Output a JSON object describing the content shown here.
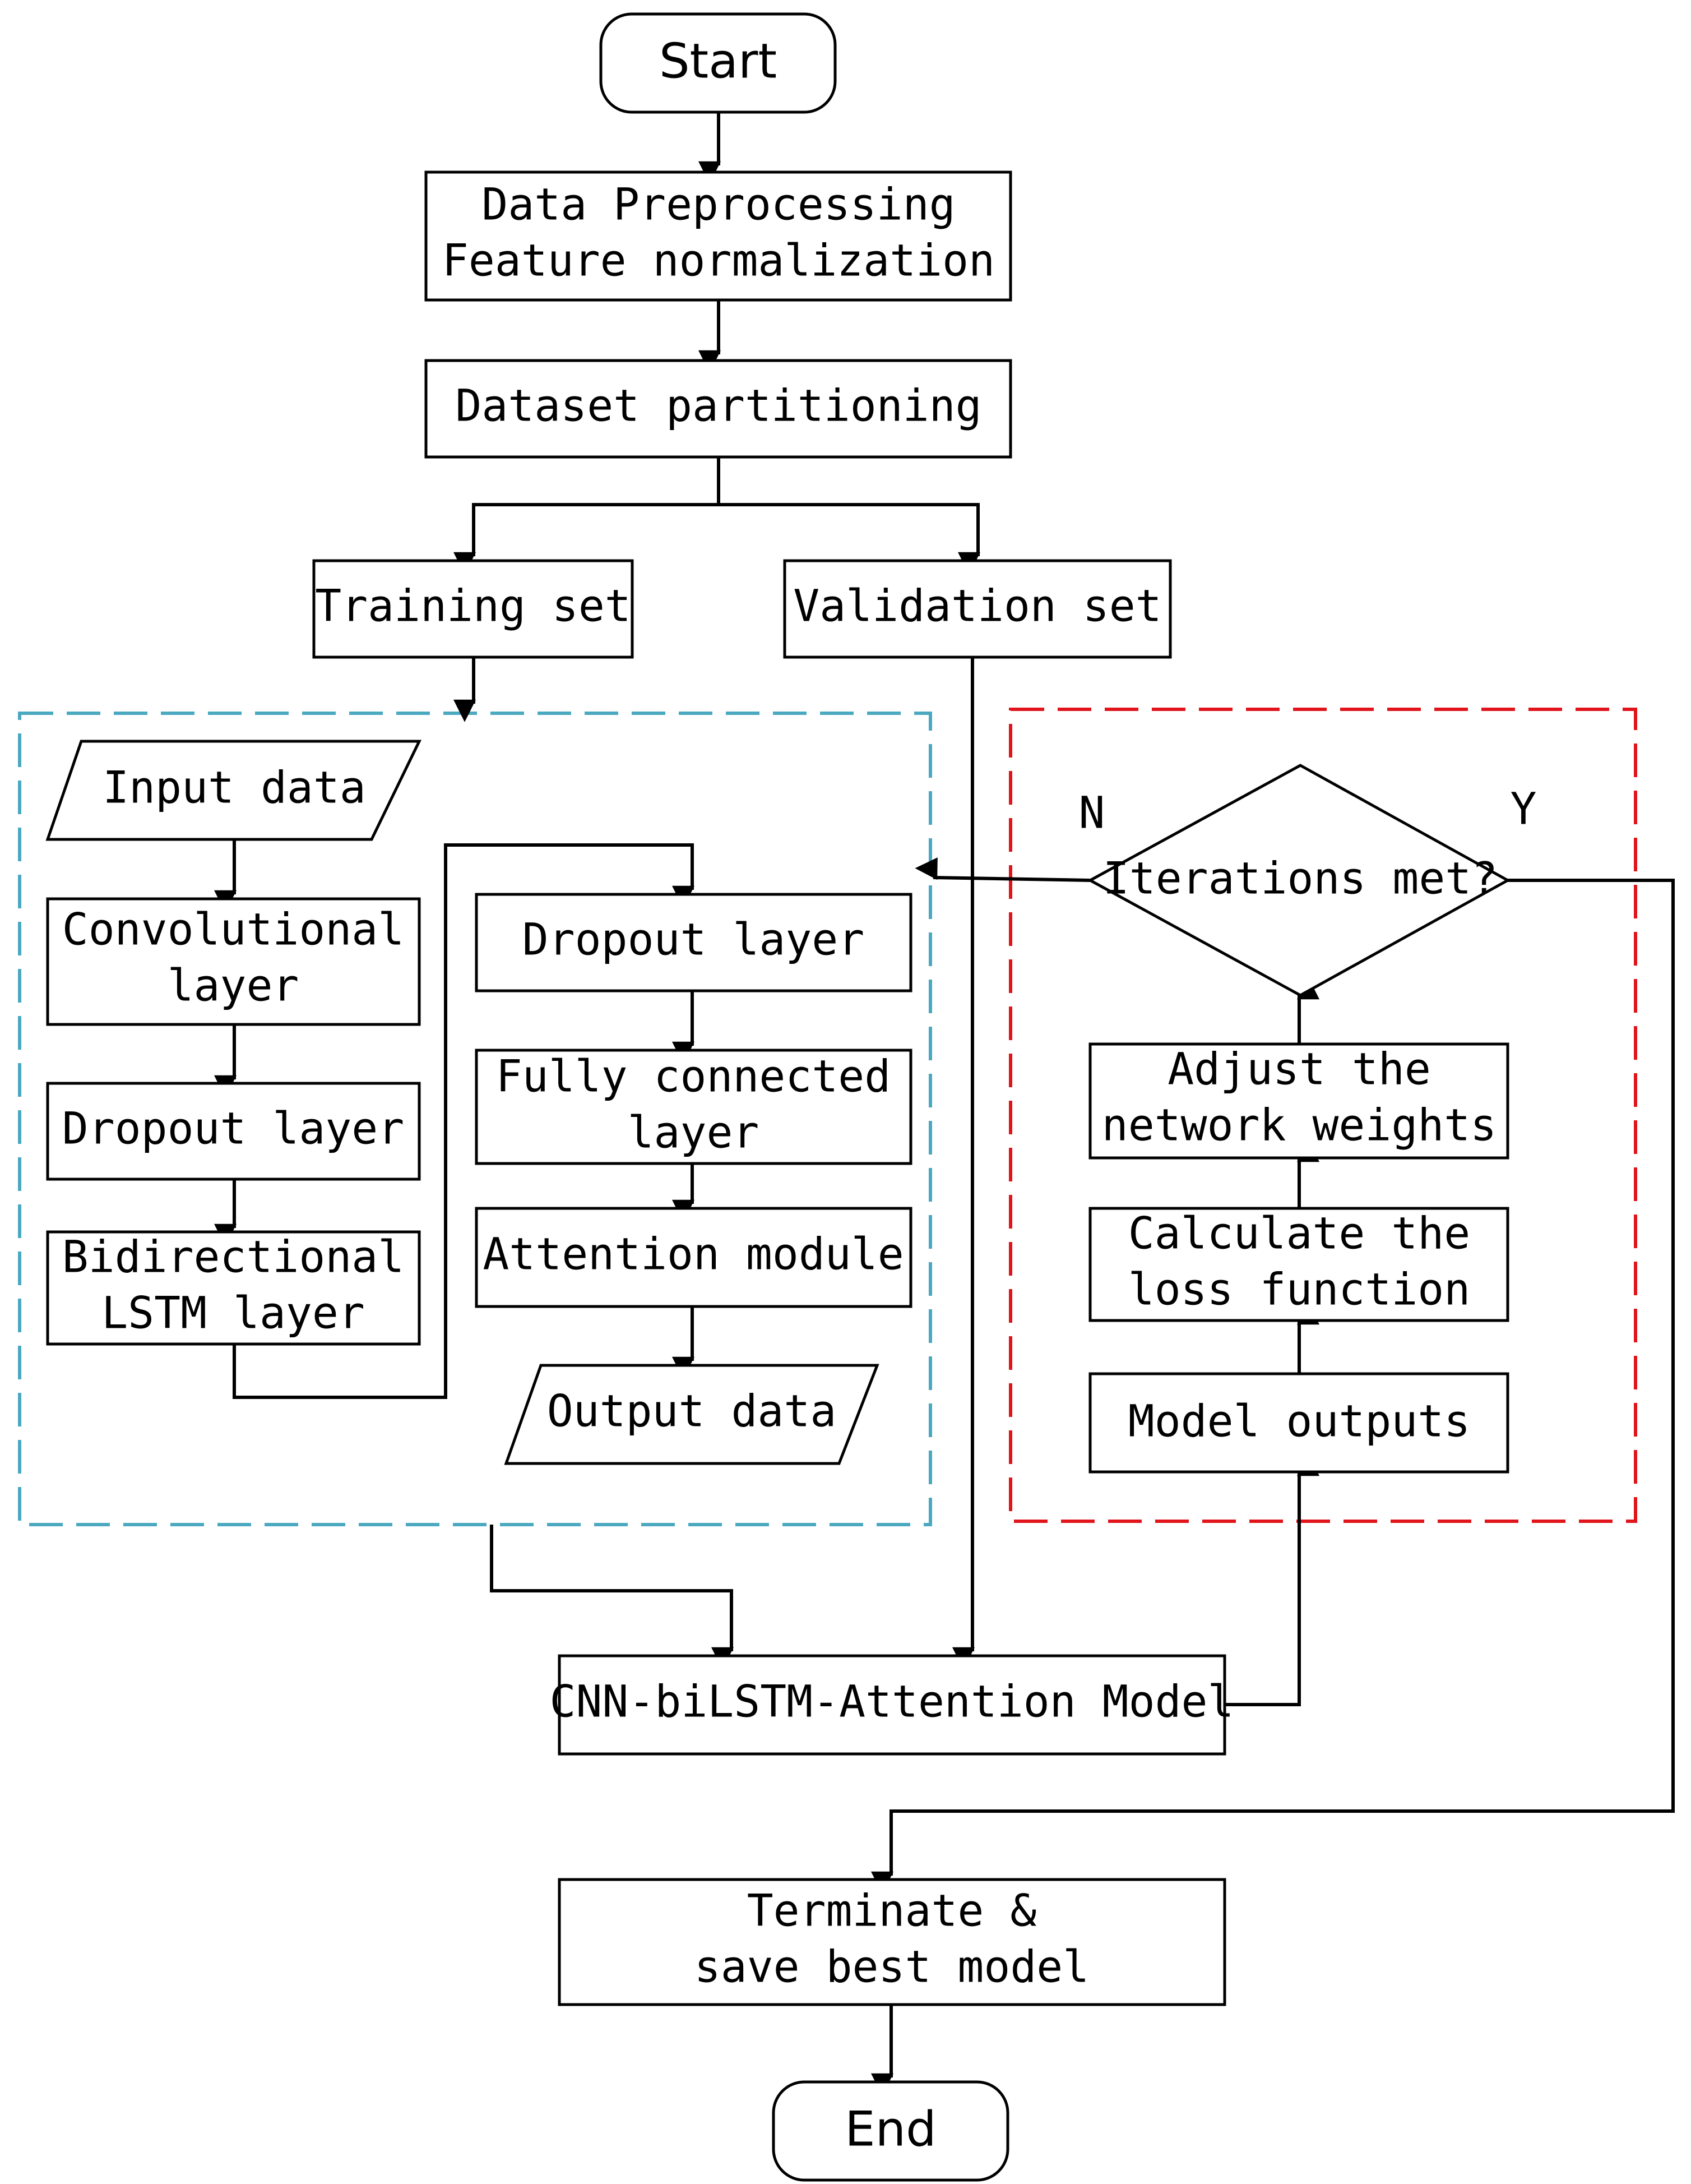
{
  "nodes": {
    "start": "Start",
    "preprocess": [
      "Data Preprocessing",
      "Feature normalization"
    ],
    "partition": "Dataset partitioning",
    "training_set": "Training set",
    "validation_set": "Validation set",
    "input_data": "Input data",
    "conv_layer": [
      "Convolutional",
      "layer"
    ],
    "dropout_left": "Dropout layer",
    "bilstm": [
      "Bidirectional",
      "LSTM layer"
    ],
    "dropout_right": "Dropout layer",
    "fully_connected": [
      "Fully connected",
      "layer"
    ],
    "attention": "Attention module",
    "output_data": "Output data",
    "decision": "Iterations met?",
    "decision_no": "N",
    "decision_yes": "Y",
    "adjust_weights": [
      "Adjust the",
      "network weights"
    ],
    "calc_loss": [
      "Calculate the",
      "loss function"
    ],
    "model_outputs": "Model outputs",
    "model": "CNN-biLSTM-Attention Model",
    "terminate": [
      "Terminate &",
      "save best model"
    ],
    "end": "End"
  },
  "colors": {
    "training_group": "#4aa8bf",
    "iteration_group": "#e0141a"
  }
}
